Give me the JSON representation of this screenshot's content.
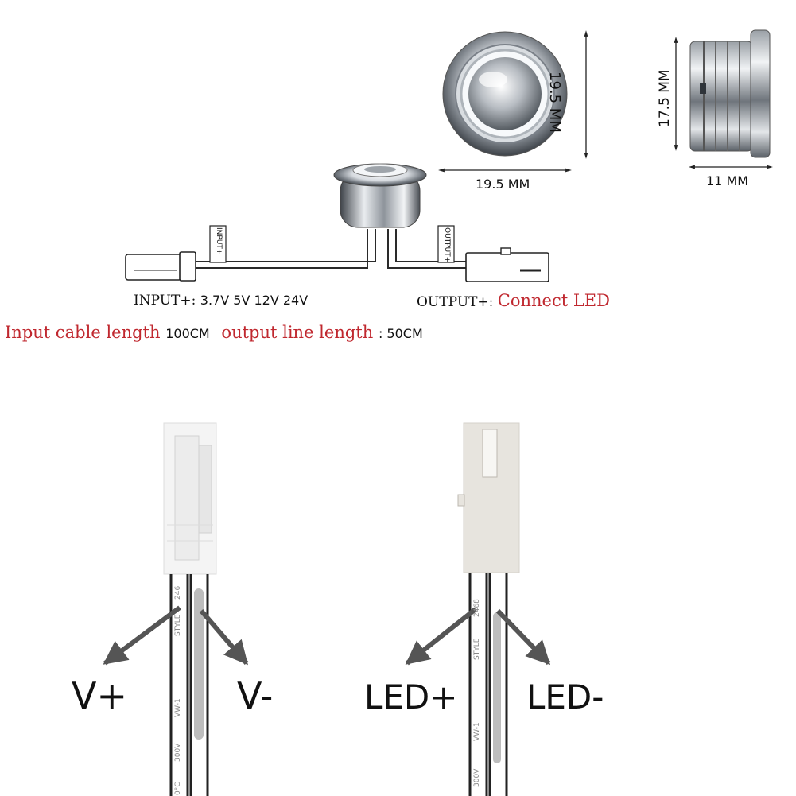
{
  "colors": {
    "chrome": "#b9bec4",
    "red_text": "#c0282f",
    "black_text": "#111111",
    "connector_white": "#f4f4f4",
    "connector_grey": "#e7e4de",
    "wire": "#2a2a2a",
    "arrow": "#555555"
  },
  "top_view": {
    "dimension_width": "19.5 MM",
    "dimension_height": "19.5 MM"
  },
  "side_view": {
    "dimension_height": "17.5 MM",
    "dimension_depth": "11 MM"
  },
  "wiring": {
    "input_tag": "INPUT+",
    "output_tag": "OUTPUT+",
    "input_label_prefix": "INPUT+:",
    "input_voltages": "3.7V 5V 12V 24V",
    "output_label_prefix": "OUTPUT+:",
    "output_desc": "Connect LED"
  },
  "lengths": {
    "input_label": "Input cable length",
    "input_value": "100CM",
    "output_label": "output line length",
    "output_value": ": 50CM"
  },
  "connectors": {
    "input": {
      "plus_label": "V+",
      "minus_label": "V-",
      "wire_print": [
        "246",
        "STYLE",
        "VW-1",
        "300V",
        "0°C"
      ]
    },
    "output": {
      "plus_label": "LED+",
      "minus_label": "LED-",
      "wire_print": [
        "2468",
        "STYLE",
        "VW-1",
        "300V"
      ]
    }
  }
}
